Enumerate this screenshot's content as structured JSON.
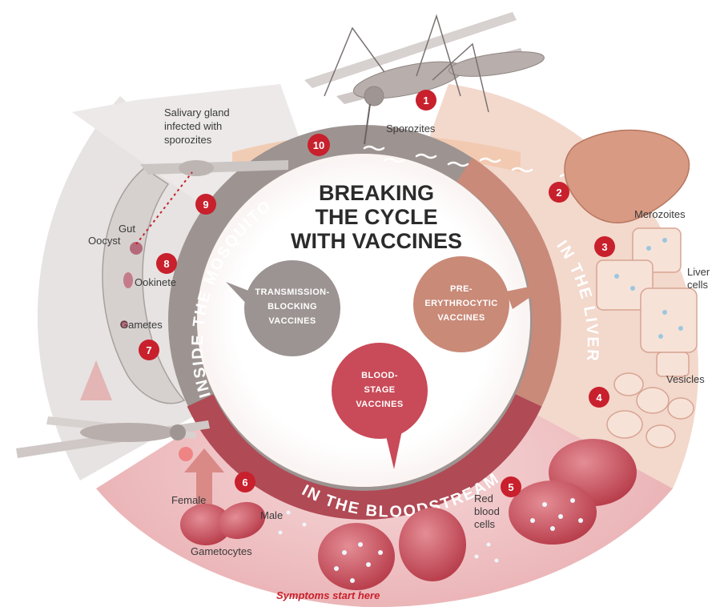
{
  "title": {
    "line1": "BREAKING",
    "line2": "THE CYCLE",
    "line3": "WITH VACCINES"
  },
  "ring_labels": {
    "mosquito": "INSIDE THE MOSQUITO",
    "liver": "IN THE LIVER",
    "bloodstream": "IN THE BLOODSTREAM"
  },
  "bubbles": {
    "transmission": [
      "TRANSMISSION-",
      "BLOCKING",
      "VACCINES"
    ],
    "pre_erythrocytic": [
      "PRE-",
      "ERYTHROCYTIC",
      "VACCINES"
    ],
    "blood_stage": [
      "BLOOD-",
      "STAGE",
      "VACCINES"
    ]
  },
  "labels": {
    "salivary": [
      "Salivary gland",
      "infected with",
      "sporozites"
    ],
    "sporozites": "Sporozites",
    "gut": "Gut",
    "oocyst": "Oocyst",
    "ookinete": "Ookinete",
    "gametes": "Gametes",
    "merozoites": "Merozoites",
    "liver_cells": [
      "Liver",
      "cells"
    ],
    "vesicles": "Vesicles",
    "red_blood_cells": [
      "Red",
      "blood",
      "cells"
    ],
    "female": "Female",
    "male": "Male",
    "gametocytes": "Gametocytes",
    "symptoms": "Symptoms start here"
  },
  "steps": [
    "1",
    "2",
    "3",
    "4",
    "5",
    "6",
    "7",
    "8",
    "9",
    "10"
  ],
  "colors": {
    "step_badge": "#c8202c",
    "mosquito_ring": "#8a7f7c",
    "liver_ring": "#c98a7a",
    "blood_ring": "#b04a55",
    "transmission_bubble": "#9c9492",
    "pre_bubble": "#c98a78",
    "blood_bubble": "#c94a58",
    "liver_sector": "#f3d8cc",
    "blood_sector": "#efc6c8",
    "mosquito_sector": "#e6e3e2"
  }
}
